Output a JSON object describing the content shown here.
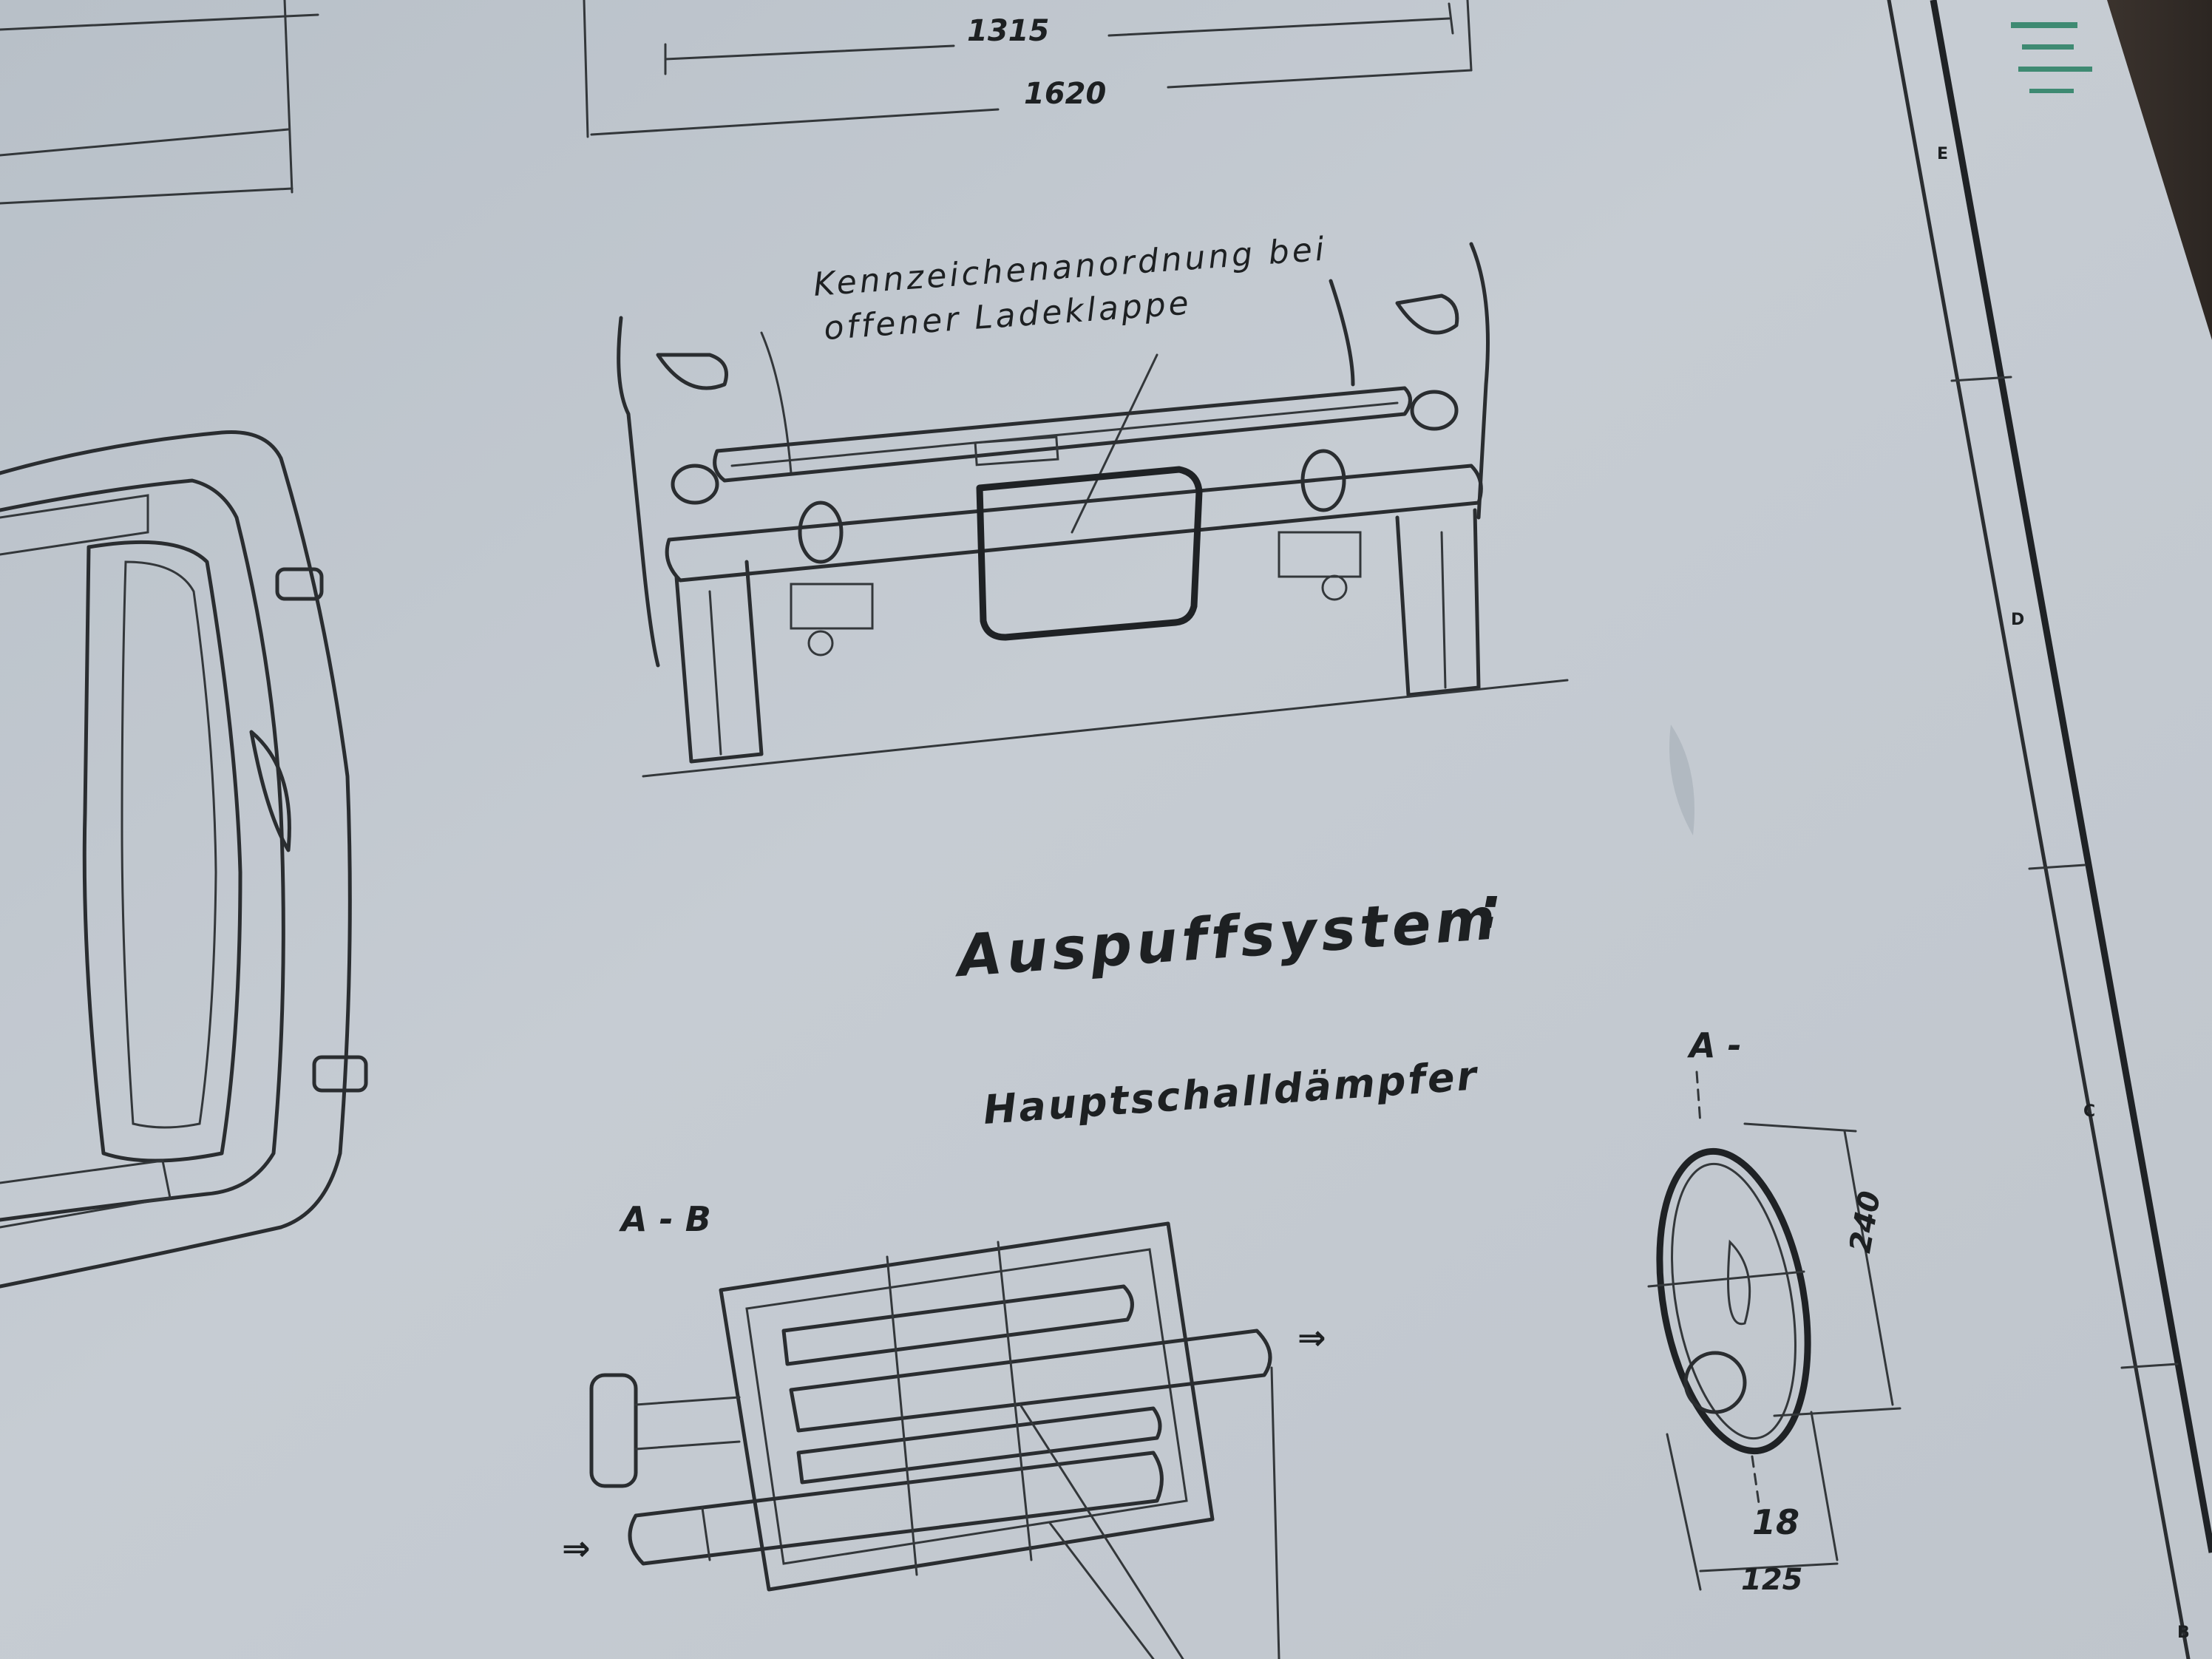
{
  "drawing": {
    "dimensions": {
      "top_inner": "1315",
      "top_outer": "1620",
      "oval_height": "240",
      "oval_width": "125",
      "oval_label_b": "18"
    },
    "plate_note": {
      "line1": "Kennzeichenanordnung bei",
      "line2": "offener Ladeklappe"
    },
    "section_title": "Auspuffsystem",
    "section_colon": ":",
    "subtitle": "Hauptschalldämpfer",
    "section_ab": "A - B",
    "section_a": "A -",
    "flow_arrow": "⇒",
    "zone_letters": [
      "E",
      "D",
      "C",
      "B"
    ]
  }
}
